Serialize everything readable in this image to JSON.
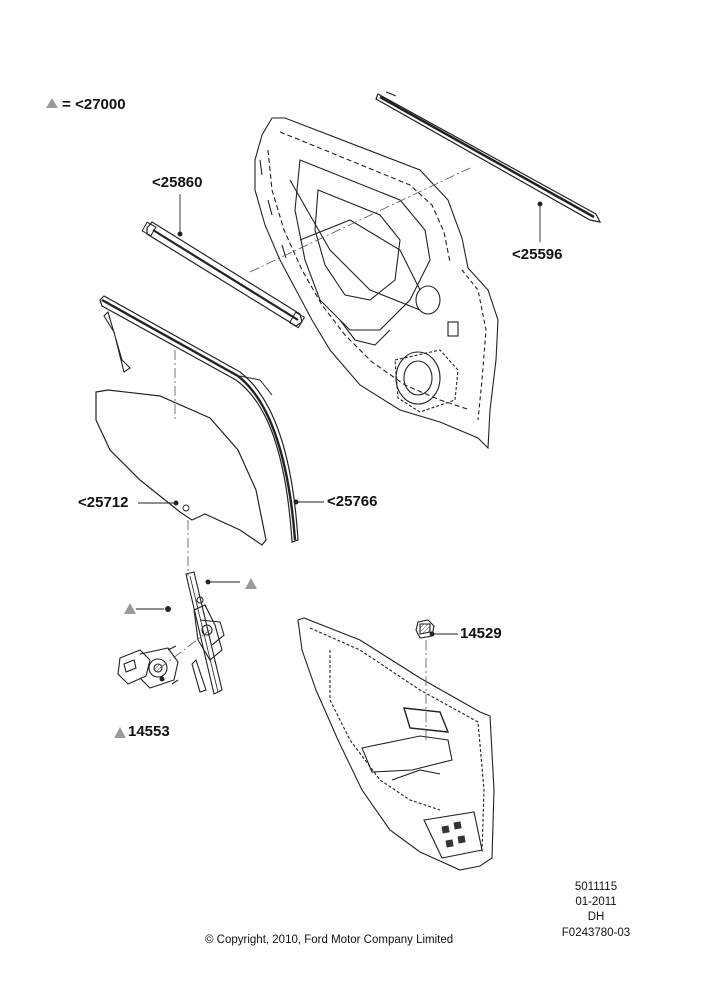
{
  "legend": {
    "symbol": "triangle",
    "text": "= <27000"
  },
  "callouts": {
    "p25860": "<25860",
    "p25596": "<25596",
    "p25712": "<25712",
    "p25766": "<25766",
    "p14529": "14529",
    "p14553": "14553"
  },
  "footer": {
    "code1": "5011115",
    "date": "01-2011",
    "initials": "DH",
    "figure": "F0243780-03",
    "copyright": "© Copyright, 2010, Ford Motor Company Limited"
  },
  "colors": {
    "line": "#222222",
    "marker": "#9a9a9a",
    "dash": "#555555"
  }
}
